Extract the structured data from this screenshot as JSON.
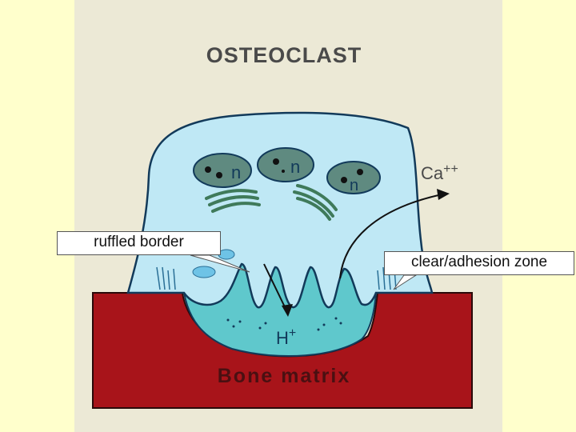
{
  "figure": {
    "title": "OSTEOCLAST",
    "nucleus_label": "n",
    "ion_calcium": "Ca",
    "ion_calcium_charge": "++",
    "ion_hydrogen": "H",
    "ion_hydrogen_charge": "+",
    "bone_label": "Bone matrix"
  },
  "callouts": {
    "ruffled_border": "ruffled border",
    "clear_zone": "clear/adhesion zone"
  },
  "colors": {
    "page_background": "#ffffcc",
    "photo_background": "#ece9d6",
    "cell_fill": "#bfe8f5",
    "cell_outline": "#123a5a",
    "nucleus_fill": "#5f8a80",
    "golgi": "#3f7a5a",
    "resorption_fluid": "#5fc8cc",
    "bone": "#a8141a"
  }
}
